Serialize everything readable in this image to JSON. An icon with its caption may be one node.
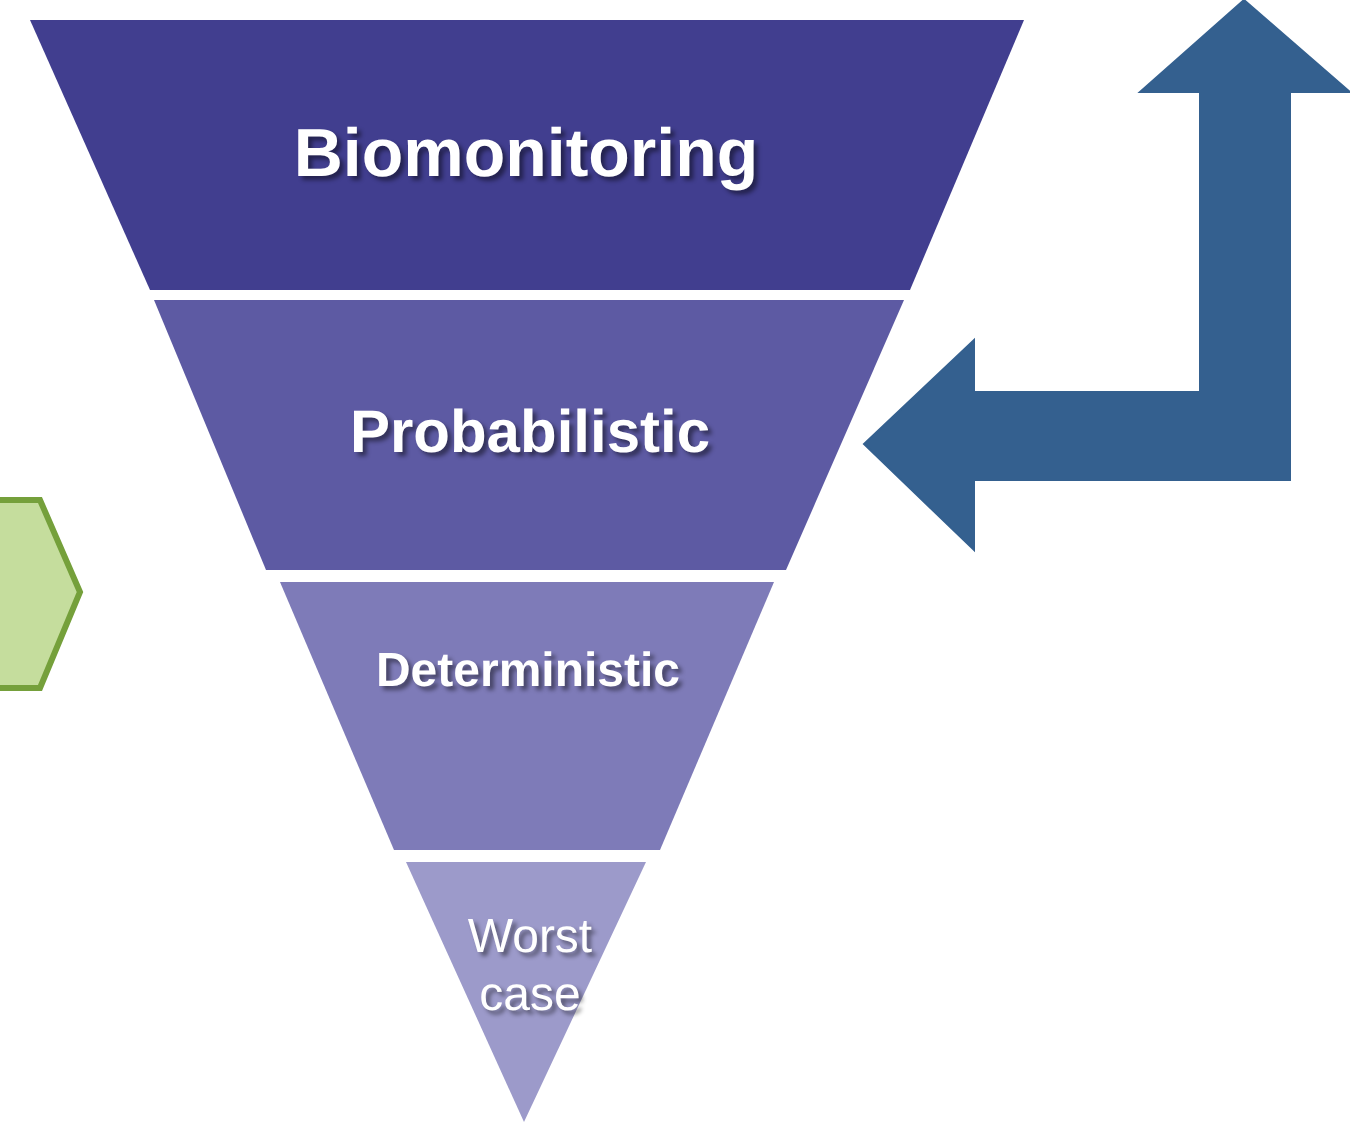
{
  "diagram": {
    "nodes": [
      {
        "text": [
          "Biomonitoring"
        ]
      },
      {
        "text": [
          "Probabilistic"
        ]
      },
      {
        "text": [
          "Deterministic"
        ]
      },
      {
        "text": [
          "Worst case"
        ]
      },
      {
        "text": [],
        "shape": "chevron"
      }
    ],
    "edges": [
      {
        "from": null,
        "to": 1,
        "arrow": "both"
      }
    ]
  }
}
